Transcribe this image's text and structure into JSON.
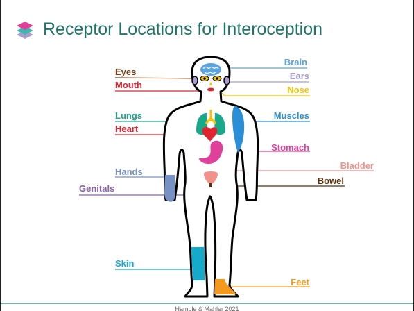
{
  "slide": {
    "title": "Receptor Locations for Interoception",
    "footer": "Hample & Mahler 2021"
  },
  "labels": {
    "brain": {
      "text": "Brain",
      "color": "#5ba4dd"
    },
    "eyes": {
      "text": "Eyes",
      "color": "#7a3e14"
    },
    "ears": {
      "text": "Ears",
      "color": "#a99ccd"
    },
    "mouth": {
      "text": "Mouth",
      "color": "#e0242f"
    },
    "nose": {
      "text": "Nose",
      "color": "#f5c400"
    },
    "lungs": {
      "text": "Lungs",
      "color": "#1aa88b"
    },
    "muscles": {
      "text": "Muscles",
      "color": "#2a8fd6"
    },
    "heart": {
      "text": "Heart",
      "color": "#e0242f"
    },
    "stomach": {
      "text": "Stomach",
      "color": "#e0409a"
    },
    "bladder": {
      "text": "Bladder",
      "color": "#f2918a"
    },
    "hands": {
      "text": "Hands",
      "color": "#7891c4"
    },
    "bowel": {
      "text": "Bowel",
      "color": "#5a2d0c"
    },
    "genitals": {
      "text": "Genitals",
      "color": "#8a62ae"
    },
    "skin": {
      "text": "Skin",
      "color": "#17a9c9"
    },
    "feet": {
      "text": "Feet",
      "color": "#f39a1e"
    }
  },
  "icons": {
    "title_icon": "stacked-layers-icon"
  }
}
